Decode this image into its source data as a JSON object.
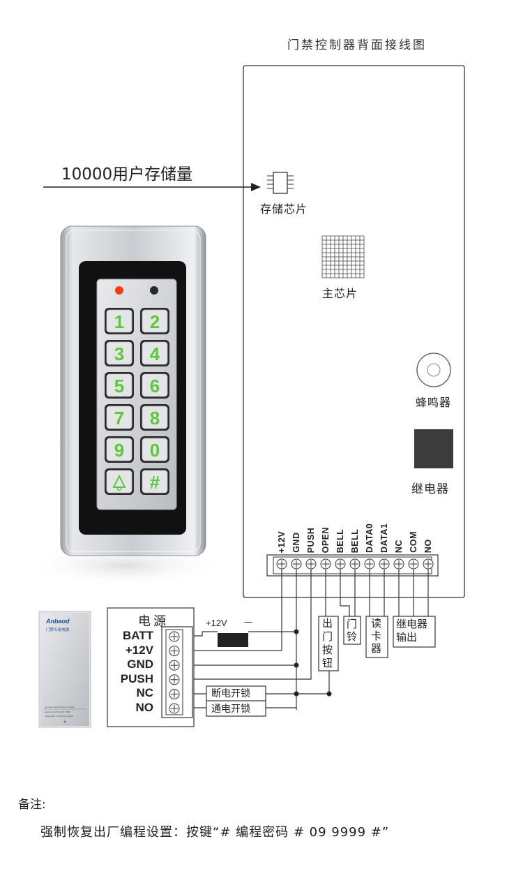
{
  "title": "门禁控制器背面接线图",
  "capacity_label": "10000用户存储量",
  "storage_chip": "存储芯片",
  "main_chip": "主芯片",
  "buzzer": "蜂鸣器",
  "relay": "继电器",
  "terminals": [
    "+12V",
    "GND",
    "PUSH",
    "OPEN",
    "BELL",
    "BELL",
    "DATA0",
    "DATA1",
    "NC",
    "COM",
    "NO"
  ],
  "keypad": [
    "1",
    "2",
    "3",
    "4",
    "5",
    "6",
    "7",
    "8",
    "9",
    "0",
    "#"
  ],
  "bell_icon": "bell-icon",
  "psu_brand": "Anbaod",
  "psu_subtitle": "门禁专用电源",
  "psu_text1": "Access Control Power System",
  "psu_text2": "Input:AC200~240V 50Hz",
  "psu_text3": "Output:DC 12V(3A) 13amps",
  "power": {
    "title": "电源",
    "labels": [
      "BATT",
      "+12V",
      "GND",
      "PUSH",
      "NC",
      "NO"
    ]
  },
  "battery_plus": "+12V",
  "battery_minus": "—",
  "lock_nc": "断电开锁",
  "lock_no": "通电开锁",
  "exit_button": [
    "出",
    "门",
    "按",
    "钮"
  ],
  "doorbell": [
    "门",
    "铃"
  ],
  "reader": [
    "读",
    "卡",
    "器"
  ],
  "relay_out": [
    "继电器",
    "输出"
  ],
  "note_title": "备注:",
  "note_text": "强制恢复出厂编程设置：按键“# 编程密码 # 09 9999 #”"
}
